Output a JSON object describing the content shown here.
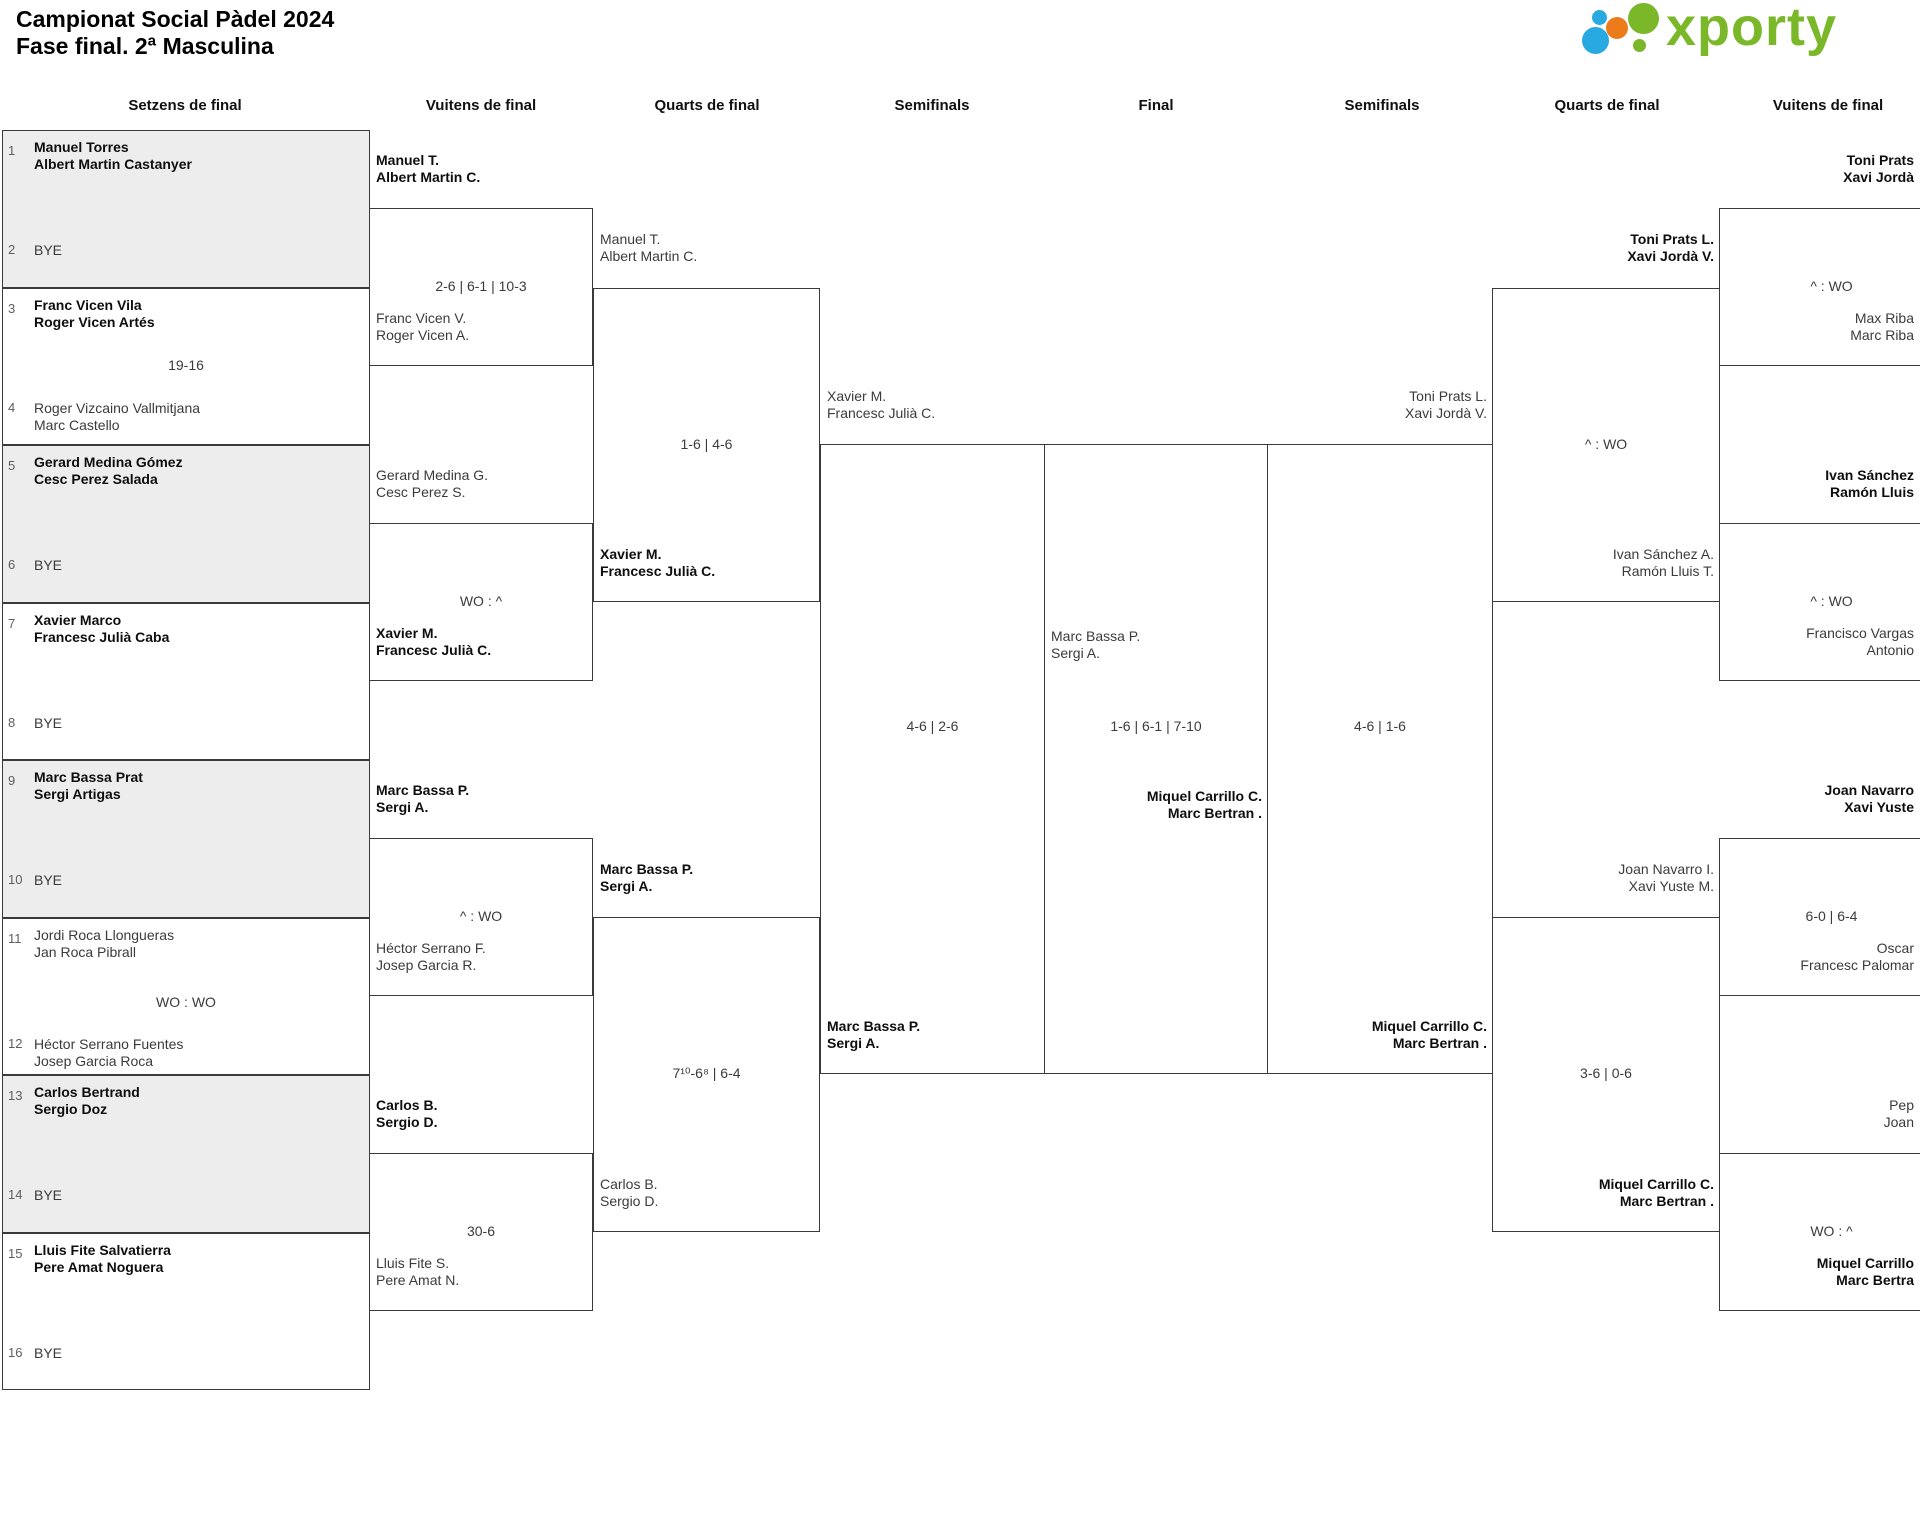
{
  "page": {
    "title_line1": "Campionat Social Pàdel 2024",
    "title_line2": "Fase final. 2ª Masculina"
  },
  "logo": {
    "text": "xporty",
    "green": "#7ab829",
    "blue": "#29a9e1",
    "orange": "#ec7b1c"
  },
  "headers": [
    "Setzens de final",
    "Vuitens de final",
    "Quarts de final",
    "Semifinals",
    "Final",
    "Semifinals",
    "Quarts de final",
    "Vuitens de final"
  ],
  "setzens": [
    {
      "seed_top": "1",
      "top": [
        "Manuel Torres",
        "Albert Martin Castanyer"
      ],
      "top_bold": true,
      "score": "",
      "seed_bottom": "2",
      "bottom": [
        "BYE"
      ],
      "bottom_bold": false
    },
    {
      "seed_top": "3",
      "top": [
        "Franc Vicen Vila",
        "Roger Vicen Artés"
      ],
      "top_bold": true,
      "score": "19-16",
      "seed_bottom": "4",
      "bottom": [
        "Roger Vizcaino Vallmitjana",
        "Marc Castello"
      ],
      "bottom_bold": false
    },
    {
      "seed_top": "5",
      "top": [
        "Gerard Medina Gómez",
        "Cesc Perez Salada"
      ],
      "top_bold": true,
      "score": "",
      "seed_bottom": "6",
      "bottom": [
        "BYE"
      ],
      "bottom_bold": false
    },
    {
      "seed_top": "7",
      "top": [
        "Xavier Marco",
        "Francesc Julià Caba"
      ],
      "top_bold": true,
      "score": "",
      "seed_bottom": "8",
      "bottom": [
        "BYE"
      ],
      "bottom_bold": false
    },
    {
      "seed_top": "9",
      "top": [
        "Marc Bassa Prat",
        "Sergi Artigas"
      ],
      "top_bold": true,
      "score": "",
      "seed_bottom": "10",
      "bottom": [
        "BYE"
      ],
      "bottom_bold": false
    },
    {
      "seed_top": "11",
      "top": [
        "Jordi Roca Llongueras",
        "Jan Roca Pibrall"
      ],
      "top_bold": false,
      "score": "WO : WO",
      "seed_bottom": "12",
      "bottom": [
        "Héctor Serrano Fuentes",
        "Josep Garcia Roca"
      ],
      "bottom_bold": false
    },
    {
      "seed_top": "13",
      "top": [
        "Carlos Bertrand",
        "Sergio Doz"
      ],
      "top_bold": true,
      "score": "",
      "seed_bottom": "14",
      "bottom": [
        "BYE"
      ],
      "bottom_bold": false
    },
    {
      "seed_top": "15",
      "top": [
        "Lluis Fite Salvatierra",
        "Pere Amat Noguera"
      ],
      "top_bold": true,
      "score": "",
      "seed_bottom": "16",
      "bottom": [
        "BYE"
      ],
      "bottom_bold": false
    }
  ],
  "vuitens_left": [
    {
      "top": [
        "Manuel T.",
        "Albert Martin C."
      ],
      "top_bold": true,
      "score": "2-6 | 6-1 | 10-3",
      "bottom": [
        "Franc Vicen V.",
        "Roger Vicen A."
      ],
      "bottom_bold": false
    },
    {
      "top": [
        "Gerard Medina G.",
        "Cesc Perez S."
      ],
      "top_bold": false,
      "score": "WO : ^",
      "bottom": [
        "Xavier M.",
        "Francesc Julià C."
      ],
      "bottom_bold": true
    },
    {
      "top": [
        "Marc Bassa P.",
        "Sergi A."
      ],
      "top_bold": true,
      "score": "^ : WO",
      "bottom": [
        "Héctor Serrano F.",
        "Josep Garcia R."
      ],
      "bottom_bold": false
    },
    {
      "top": [
        "Carlos B.",
        "Sergio D."
      ],
      "top_bold": true,
      "score": "30-6",
      "bottom": [
        "Lluis Fite S.",
        "Pere Amat N."
      ],
      "bottom_bold": false
    }
  ],
  "quarts_left": [
    {
      "top": [
        "Manuel T.",
        "Albert Martin C."
      ],
      "top_bold": false,
      "score": "1-6 | 4-6",
      "bottom": [
        "Xavier M.",
        "Francesc Julià C."
      ],
      "bottom_bold": true
    },
    {
      "top": [
        "Marc Bassa P.",
        "Sergi A."
      ],
      "top_bold": true,
      "score": "7¹⁰-6⁸ | 6-4",
      "bottom": [
        "Carlos B.",
        "Sergio D."
      ],
      "bottom_bold": false
    }
  ],
  "semifinal_left": {
    "top": [
      "Xavier M.",
      "Francesc Julià C."
    ],
    "top_bold": false,
    "score": "4-6 | 2-6",
    "bottom": [
      "Marc Bassa P.",
      "Sergi A."
    ],
    "bottom_bold": true
  },
  "final": {
    "left": [
      "Marc Bassa P.",
      "Sergi A."
    ],
    "left_bold": false,
    "score": "1-6 | 6-1 | 7-10",
    "right": [
      "Miquel Carrillo C.",
      "Marc Bertran ."
    ],
    "right_bold": true
  },
  "semifinal_right": {
    "top": [
      "Toni Prats L.",
      "Xavi Jordà V."
    ],
    "top_bold": false,
    "score": "4-6 | 1-6",
    "bottom": [
      "Miquel Carrillo C.",
      "Marc Bertran ."
    ],
    "bottom_bold": true
  },
  "quarts_right": [
    {
      "top": [
        "Toni Prats L.",
        "Xavi Jordà V."
      ],
      "top_bold": true,
      "score": "^ : WO",
      "bottom": [
        "Ivan Sánchez A.",
        "Ramón Lluis T."
      ],
      "bottom_bold": false
    },
    {
      "top": [
        "Joan Navarro I.",
        "Xavi Yuste M."
      ],
      "top_bold": false,
      "score": "3-6 | 0-6",
      "bottom": [
        "Miquel Carrillo C.",
        "Marc Bertran ."
      ],
      "bottom_bold": true
    }
  ],
  "vuitens_right": [
    {
      "top": [
        "Toni Prats",
        "Xavi Jordà"
      ],
      "top_bold": true,
      "score": "^ : WO",
      "bottom": [
        "Max Riba",
        "Marc Riba"
      ],
      "bottom_bold": false
    },
    {
      "top": [
        "Ivan Sánchez",
        "Ramón Lluis"
      ],
      "top_bold": true,
      "score": "^ : WO",
      "bottom": [
        "Francisco Vargas",
        "Antonio"
      ],
      "bottom_bold": false
    },
    {
      "top": [
        "Joan Navarro",
        "Xavi Yuste"
      ],
      "top_bold": true,
      "score": "6-0 | 6-4",
      "bottom": [
        "Oscar",
        "Francesc Palomar"
      ],
      "bottom_bold": false
    },
    {
      "top": [
        "Pep",
        "Joan"
      ],
      "top_bold": false,
      "score": "WO : ^",
      "bottom": [
        "Miquel Carrillo",
        "Marc Bertra"
      ],
      "bottom_bold": true
    }
  ]
}
